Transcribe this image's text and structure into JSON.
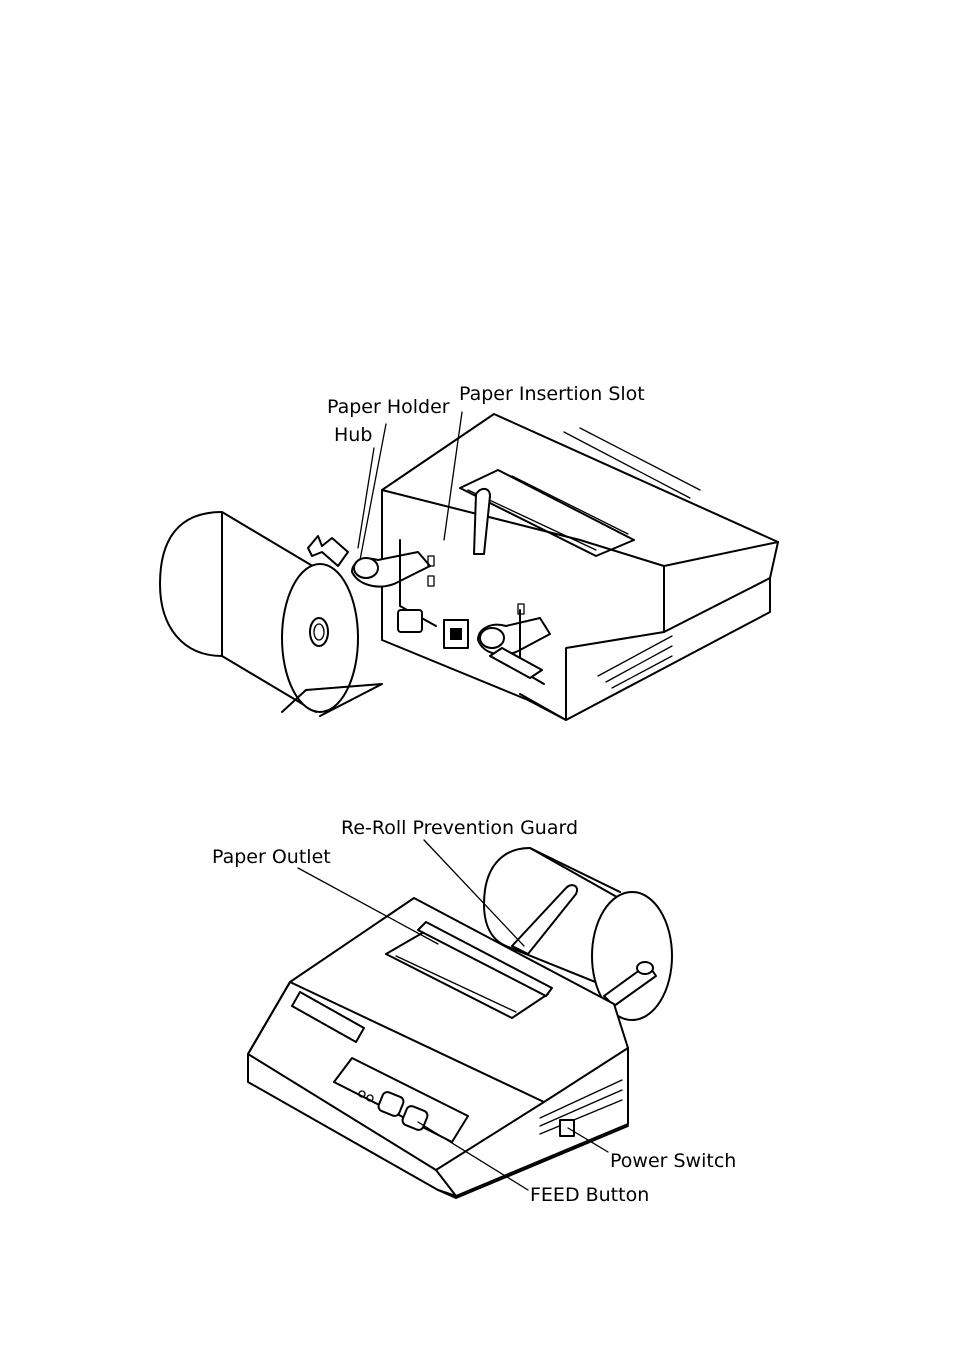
{
  "figure1": {
    "labels": {
      "paper_holder": "Paper Holder",
      "hub": "Hub",
      "paper_insertion_slot": "Paper Insertion Slot"
    }
  },
  "figure2": {
    "labels": {
      "re_roll_prevention_guard": "Re-Roll Prevention Guard",
      "paper_outlet": "Paper Outlet",
      "power_switch": "Power Switch",
      "feed_button": "FEED Button"
    }
  }
}
